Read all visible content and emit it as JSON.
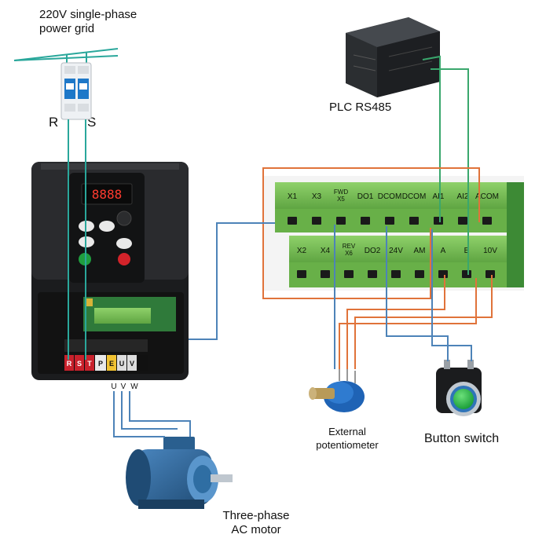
{
  "labels": {
    "grid": [
      "220V single-phase",
      "power grid"
    ],
    "phase_r": "R",
    "phase_s": "S",
    "plc": "PLC RS485",
    "potentiometer": [
      "External",
      "potentiometer"
    ],
    "button": "Button switch",
    "motor": [
      "Three-phase",
      "AC motor"
    ]
  },
  "terminals": {
    "top_row": [
      "X1",
      "X3",
      "FWD X5",
      "DO1",
      "DCOM",
      "DCOM",
      "AI1",
      "AI2",
      "ACOM"
    ],
    "bottom_row": [
      "X2",
      "X4",
      "REV X6",
      "DO2",
      "24V",
      "AM",
      "A",
      "B",
      "10V"
    ]
  },
  "inverter": {
    "display": "8888",
    "power_terminals": [
      "R",
      "S",
      "T",
      "P",
      "E",
      "U",
      "V"
    ],
    "motor_outputs": [
      "U",
      "V",
      "W"
    ]
  },
  "colors": {
    "wire_teal": "#2aa79b",
    "wire_green": "#3aa76d",
    "wire_orange": "#e0733a",
    "wire_blue": "#4d83b8",
    "terminal_green": "#7cc35a",
    "motor_blue": "#2a5f8f"
  }
}
